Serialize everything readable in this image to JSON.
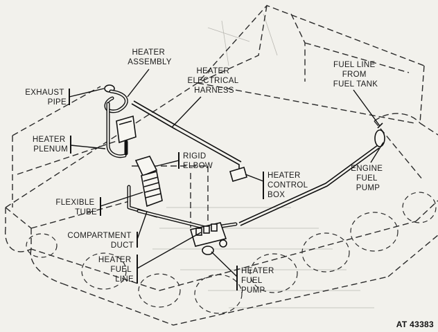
{
  "labels": {
    "heater_assembly": [
      "HEATER",
      "ASSEMBLY"
    ],
    "heater_electrical_harness": [
      "HEATER",
      "ELECTRICAL",
      "HARNESS"
    ],
    "fuel_line_from_fuel_tank": [
      "FUEL LINE",
      "FROM",
      "FUEL TANK"
    ],
    "exhaust_pipe": [
      "EXHAUST",
      "PIPE"
    ],
    "heater_plenum": [
      "HEATER",
      "PLENUM"
    ],
    "rigid_elbow": [
      "RIGID",
      "ELBOW"
    ],
    "heater_control_box": [
      "HEATER",
      "CONTROL",
      "BOX"
    ],
    "engine_fuel_pump": [
      "ENGINE",
      "FUEL",
      "PUMP"
    ],
    "flexible_tube": [
      "FLEXIBLE",
      "TUBE"
    ],
    "compartment_duct": [
      "COMPARTMENT",
      "DUCT"
    ],
    "heater_fuel_line": [
      "HEATER",
      "FUEL",
      "LINE"
    ],
    "heater_fuel_pump": [
      "HEATER",
      "FUEL",
      "PUMP"
    ]
  },
  "figure_number": "AT 43383"
}
